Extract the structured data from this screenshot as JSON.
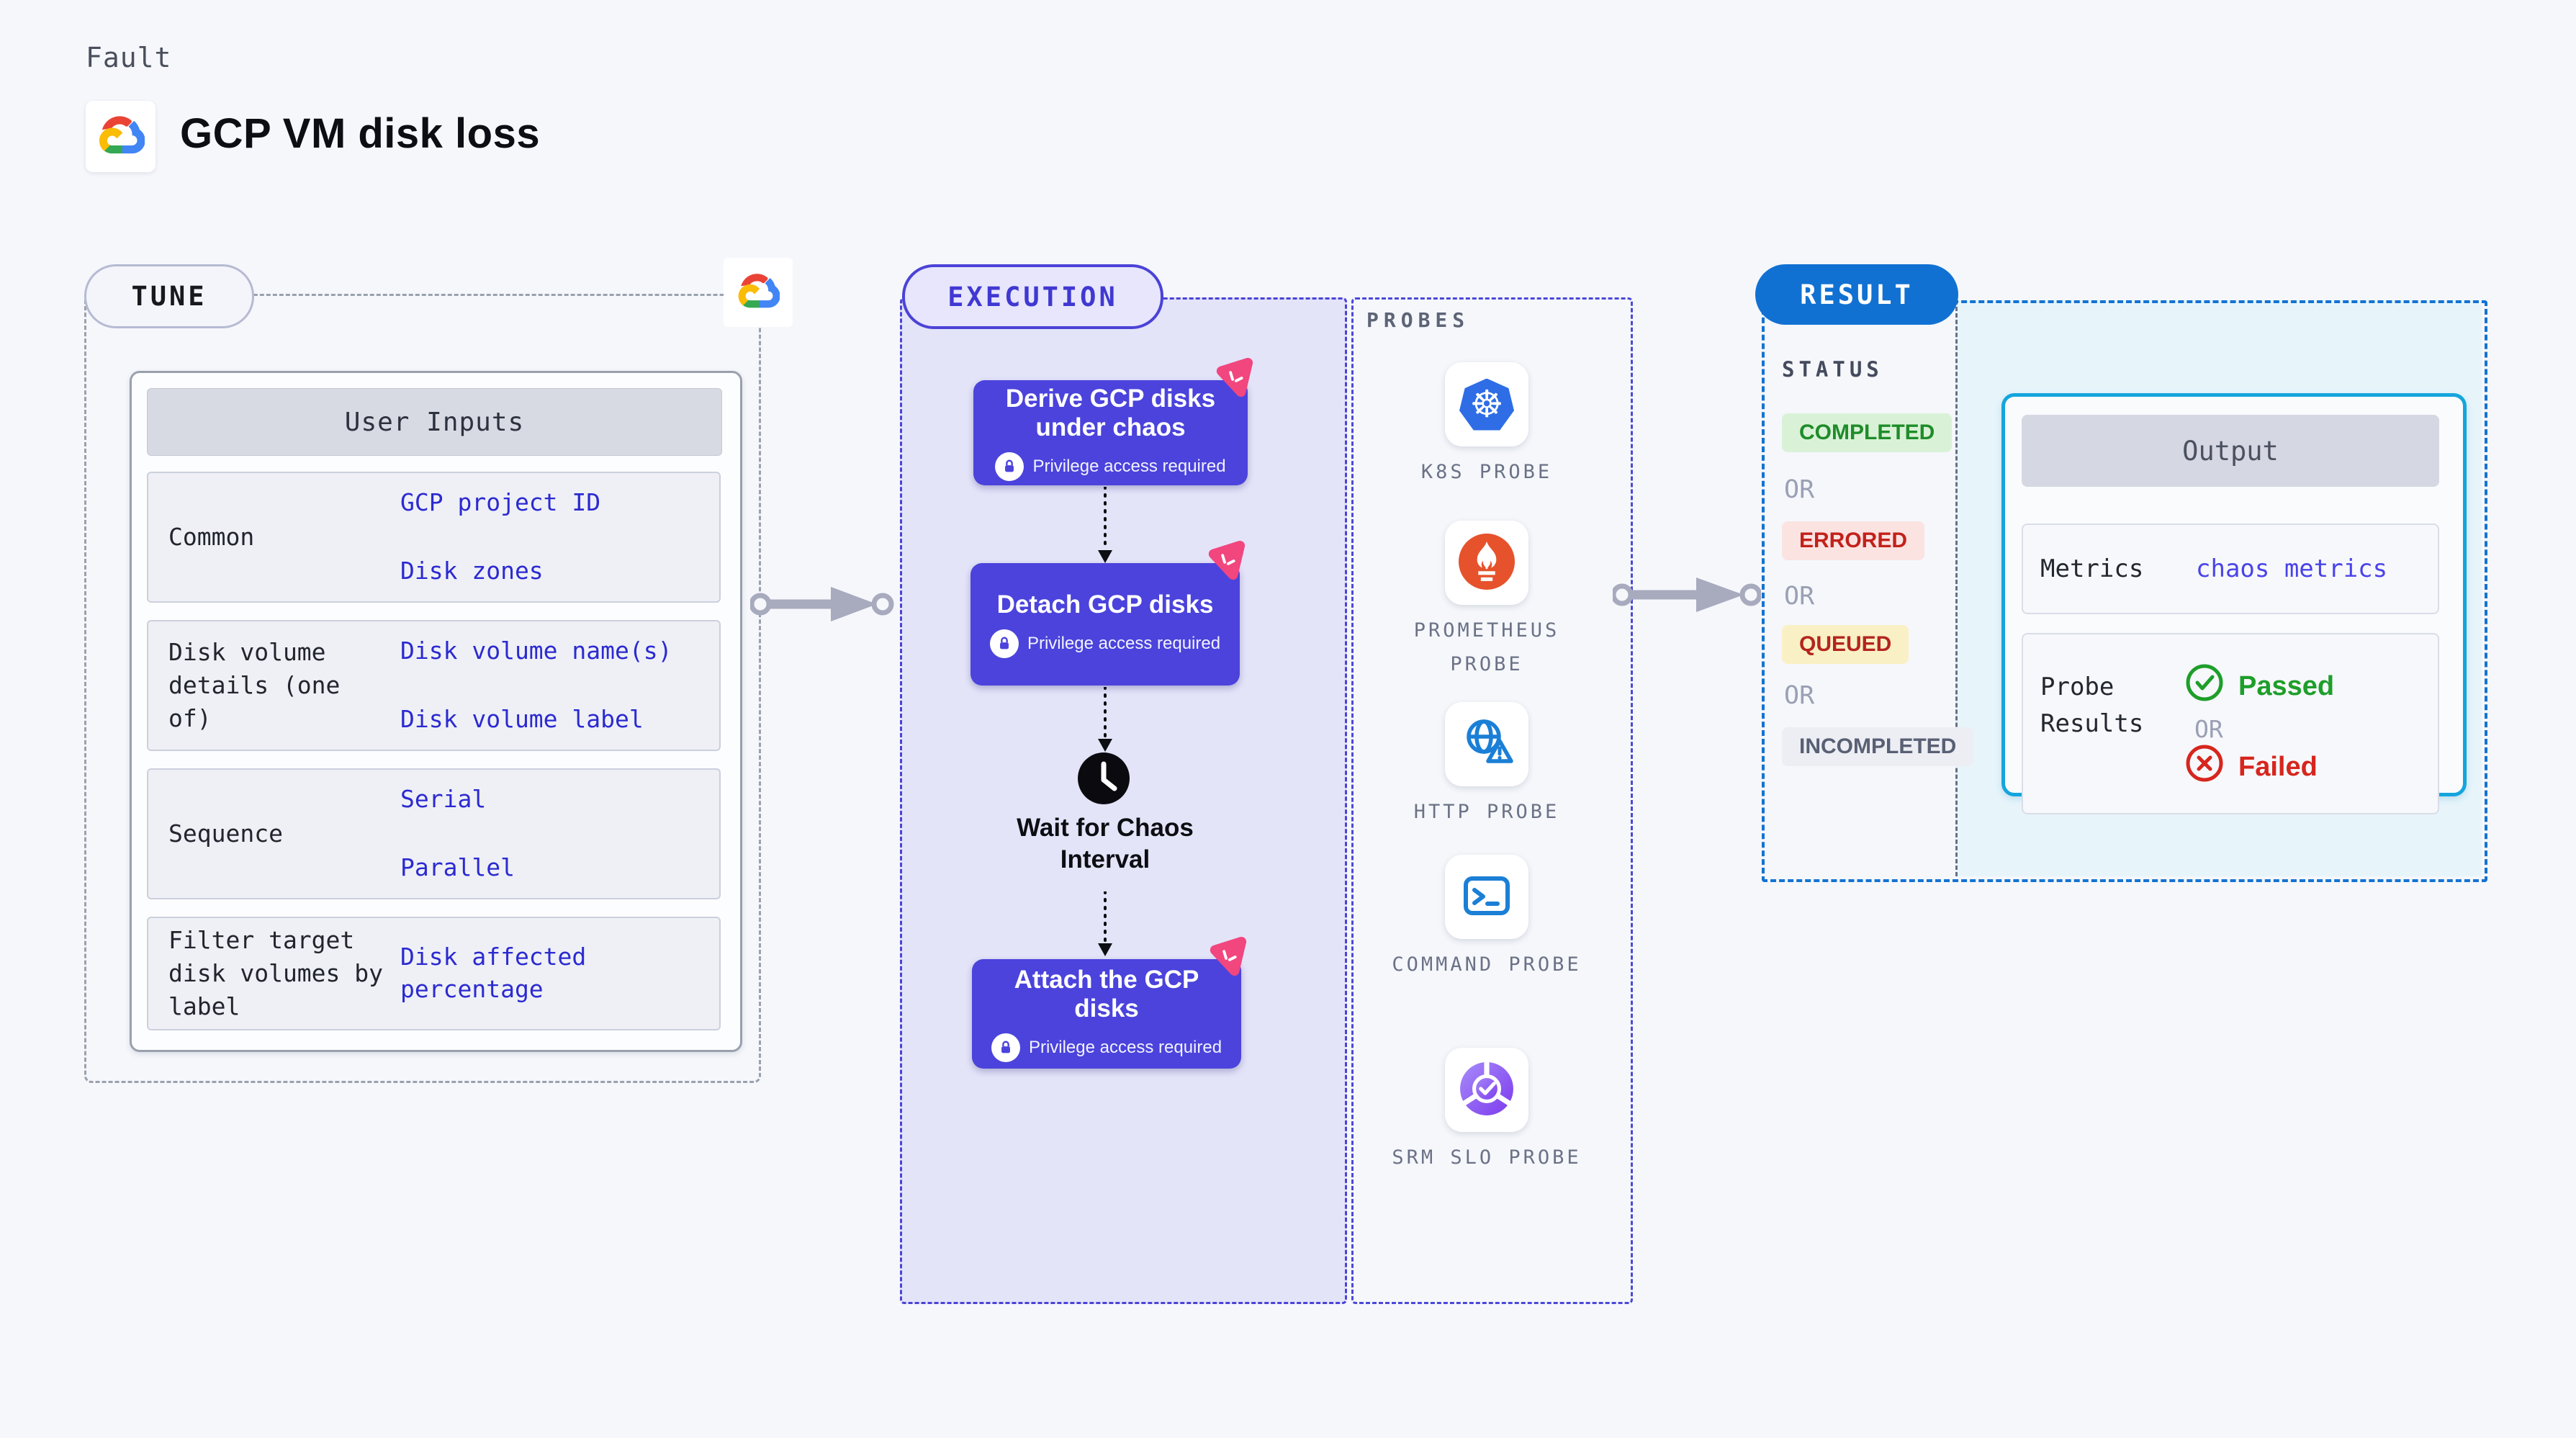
{
  "page": {
    "fault_label": "Fault",
    "title": "GCP VM disk loss"
  },
  "tune": {
    "badge": "TUNE",
    "table_header": "User Inputs",
    "rows": [
      {
        "label": "Common",
        "values": [
          "GCP project ID",
          "Disk zones"
        ]
      },
      {
        "label": "Disk volume details (one of)",
        "values": [
          "Disk volume name(s)",
          "Disk volume label"
        ]
      },
      {
        "label": "Sequence",
        "values": [
          "Serial",
          "Parallel"
        ]
      },
      {
        "label": "Filter target disk volumes by label",
        "values": [
          "Disk affected percentage"
        ]
      }
    ]
  },
  "execution": {
    "badge": "EXECUTION",
    "privilege_label": "Privilege access required",
    "nodes": [
      {
        "title": "Derive GCP disks under chaos"
      },
      {
        "title": "Detach GCP disks"
      },
      {
        "title": "Attach the GCP disks"
      }
    ],
    "wait_line1": "Wait for Chaos",
    "wait_line2": "Interval"
  },
  "probes": {
    "label": "PROBES",
    "items": [
      {
        "label": "K8S PROBE"
      },
      {
        "label": "PROMETHEUS PROBE"
      },
      {
        "label": "HTTP PROBE"
      },
      {
        "label": "COMMAND PROBE"
      },
      {
        "label": "SRM SLO PROBE"
      }
    ]
  },
  "result": {
    "badge": "RESULT",
    "status_label": "STATUS",
    "or": "OR",
    "statuses": [
      {
        "label": "COMPLETED"
      },
      {
        "label": "ERRORED"
      },
      {
        "label": "QUEUED"
      },
      {
        "label": "INCOMPLETED"
      }
    ],
    "output": {
      "header": "Output",
      "metrics_label": "Metrics",
      "metrics_value": "chaos metrics",
      "probe_results_label": "Probe Results",
      "passed": "Passed",
      "failed": "Failed"
    }
  },
  "colors": {
    "link_blue": "#2C2AD0",
    "node_indigo": "#4B43DC",
    "execution_border": "#4B43D6",
    "chaos_badge_pink": "#F2467E",
    "result_blue": "#1171D2",
    "output_border_cyan": "#15A5DD",
    "passed_green": "#1E9E2A",
    "failed_red": "#D6261E",
    "completed_green": "#1F8C29",
    "errored_red": "#C2211B",
    "queued_bg": "#FAF0C5",
    "incompleted_gray": "#596074",
    "kubernetes_blue": "#2E6DE5",
    "prometheus_orange": "#E6522C",
    "http_blue": "#1B7FD6",
    "srm_purple": "#7C3AED",
    "arrow_gray": "#A8AABE"
  }
}
